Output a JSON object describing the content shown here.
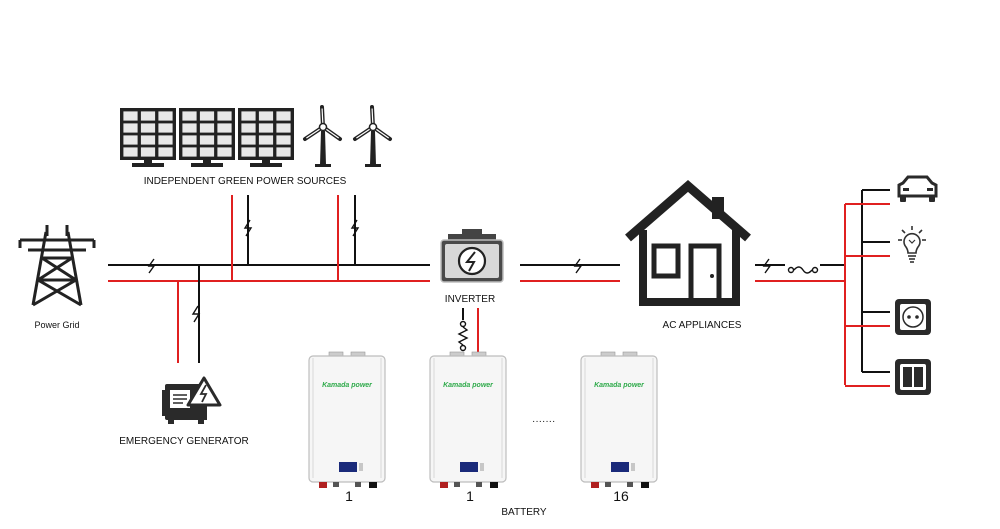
{
  "labels": {
    "green_sources": "INDEPENDENT GREEN POWER SOURCES",
    "power_grid": "Power Grid",
    "inverter": "INVERTER",
    "ac_appliances": "AC APPLIANCES",
    "emergency_generator": "EMERGENCY GENERATOR",
    "battery": "BATTERY",
    "ellipsis": "·······"
  },
  "batteries": [
    {
      "brand": "Kamada power",
      "number": "1"
    },
    {
      "brand": "Kamada power",
      "number": "1"
    },
    {
      "brand": "Kamada power",
      "number": "16"
    }
  ],
  "colors": {
    "line_live": "#e02020",
    "line_neutral": "#111111",
    "battery_brand": "#2eaa4a",
    "battery_display": "#1a2a7a"
  },
  "icons": [
    "power-grid-tower-icon",
    "solar-panel-icon",
    "wind-turbine-icon",
    "inverter-icon",
    "house-icon",
    "generator-icon",
    "car-icon",
    "light-bulb-icon",
    "power-socket-icon",
    "light-switch-icon",
    "fuse-icon"
  ]
}
